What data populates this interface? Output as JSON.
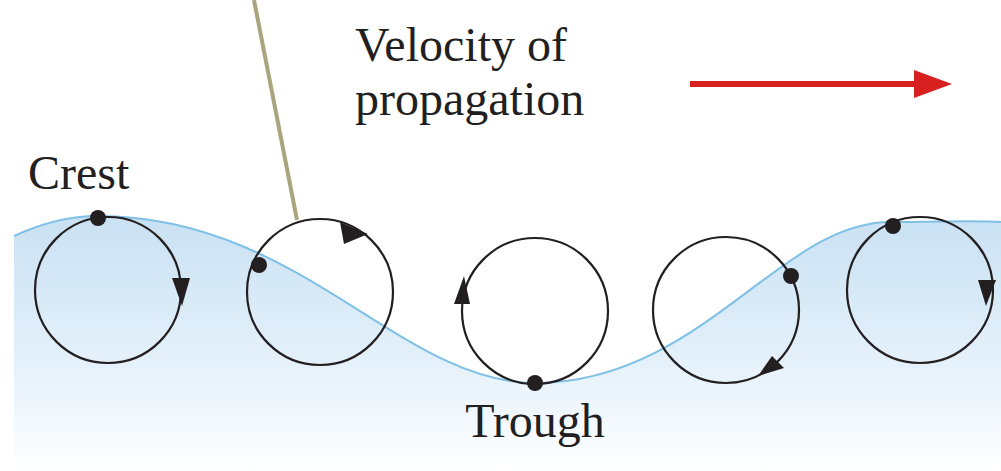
{
  "diagram": {
    "labels": [
      "Velocity of propagation",
      "Crest",
      "Trough"
    ]
  }
}
